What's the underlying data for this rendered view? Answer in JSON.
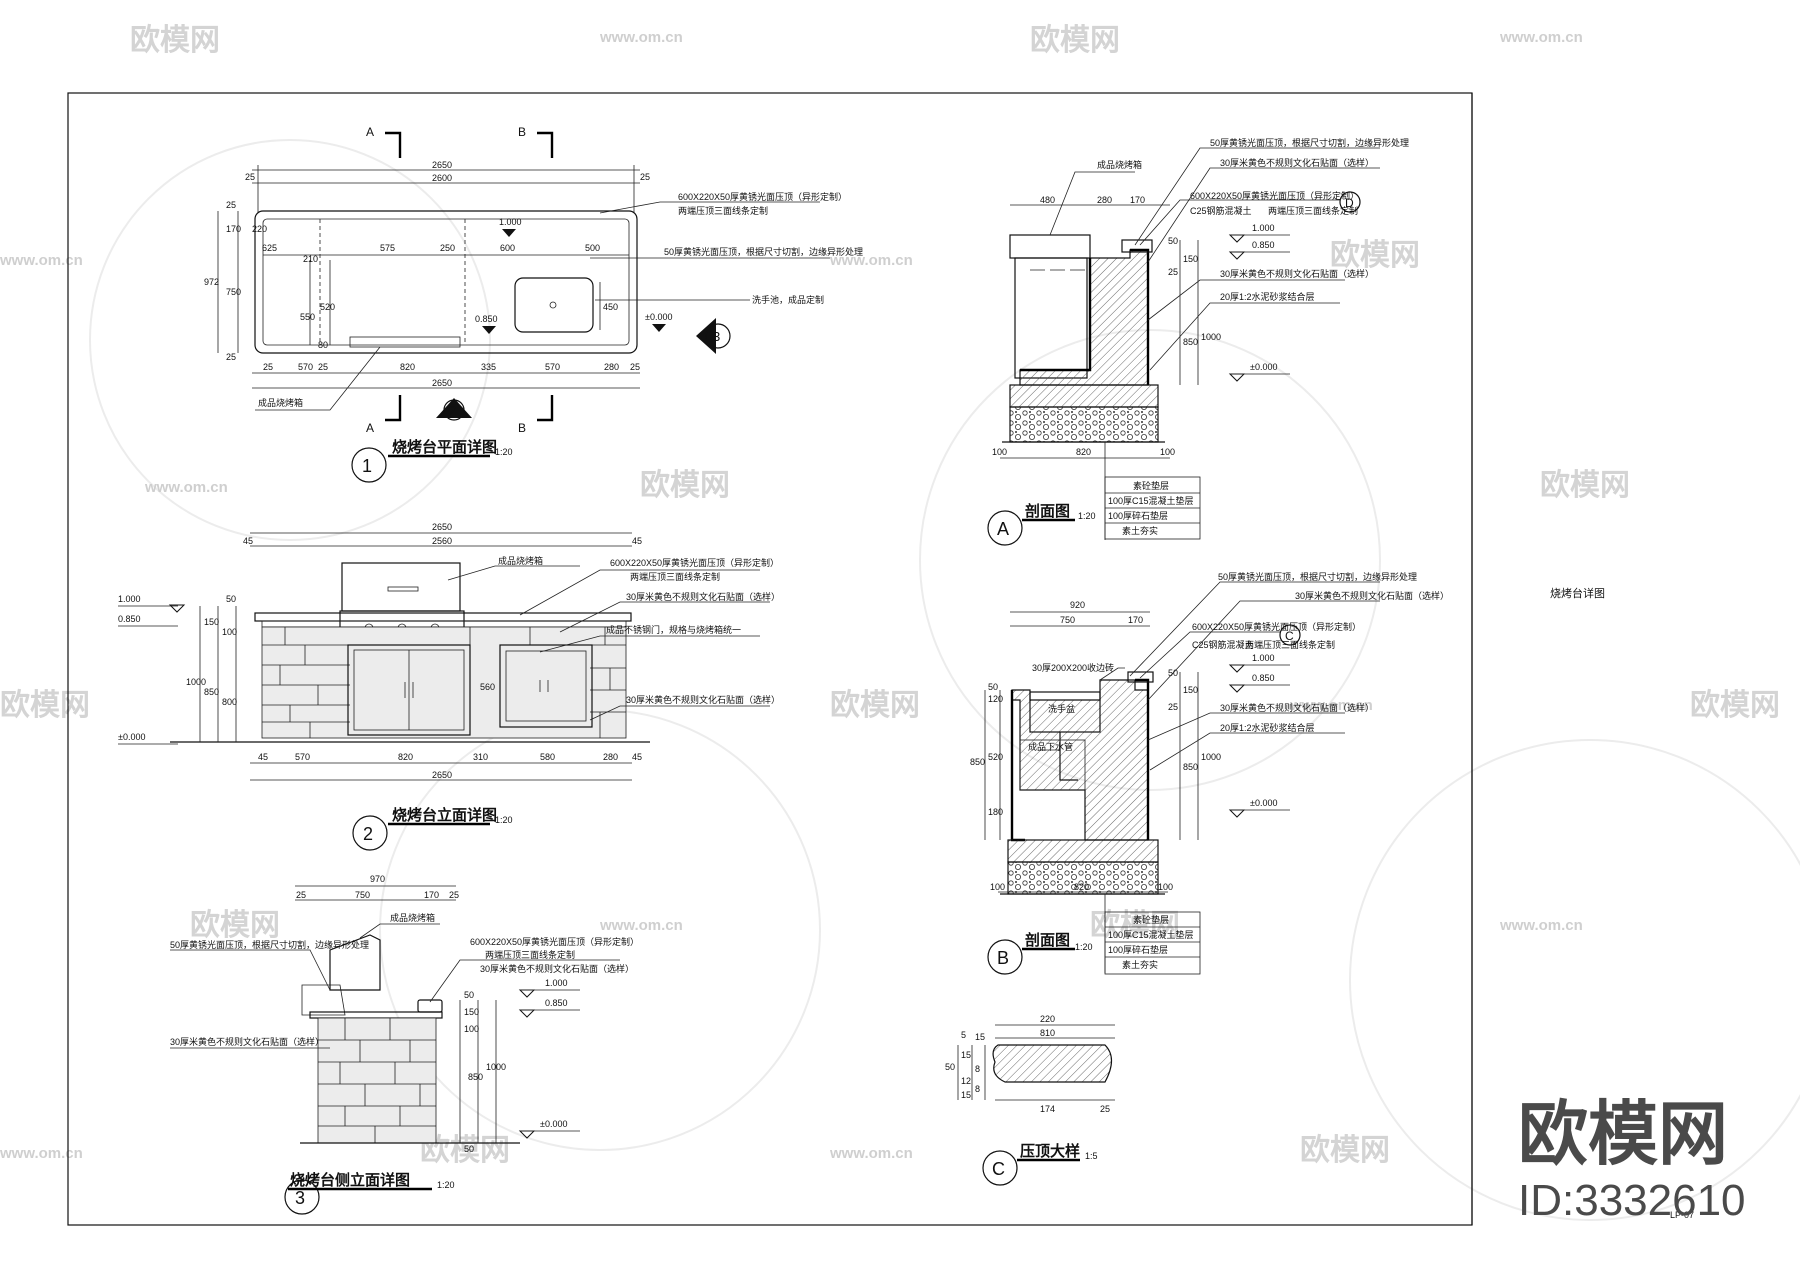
{
  "sheet": {
    "side_title": "烧烤台详图",
    "sheet_number": "LP-07"
  },
  "watermark": {
    "brand": "欧模网",
    "url": "www.om.cn",
    "logo_brand": "欧模网",
    "logo_id": "ID:3332610"
  },
  "plan": {
    "title": "烧烤台平面详图",
    "number": "1",
    "scale": "1:20",
    "section_a": "A",
    "section_b": "B",
    "callout_2": "2",
    "callout_3": "3",
    "dims_top": [
      "25",
      "2650",
      "25",
      "2600"
    ],
    "dims_inner": [
      "625",
      "575",
      "250",
      "600",
      "500"
    ],
    "dims_left": [
      "25",
      "170",
      "220",
      "972",
      "750",
      "25"
    ],
    "dims_inner_v": [
      "210",
      "550",
      "520",
      "80"
    ],
    "dims_bottom": [
      "25",
      "570",
      "25",
      "820",
      "335",
      "570",
      "280",
      "25",
      "2650"
    ],
    "sink_dim": "450",
    "levels": [
      "1.000",
      "0.850",
      "±0.000"
    ],
    "notes": [
      "600X220X50厚黄锈光面压顶（异形定制）",
      "两端压顶三面线条定制",
      "50厚黄锈光面压顶，根据尺寸切割，边缘异形处理",
      "洗手池，成品定制",
      "成品烧烤箱"
    ]
  },
  "elevation": {
    "title": "烧烤台立面详图",
    "number": "2",
    "scale": "1:20",
    "dims_top": [
      "2650",
      "45",
      "2560",
      "45"
    ],
    "dims_bottom": [
      "45",
      "570",
      "820",
      "310",
      "580",
      "280",
      "45",
      "2650"
    ],
    "dims_left": [
      "1.000",
      "0.850",
      "50",
      "150",
      "100",
      "1000",
      "850",
      "800",
      "±0.000"
    ],
    "door_dim": "560",
    "notes": [
      "成品烧烤箱",
      "600X220X50厚黄锈光面压顶（异形定制）",
      "两端压顶三面线条定制",
      "30厚米黄色不规则文化石贴面（选样）",
      "成品不锈钢门，规格与烧烤箱统一",
      "30厚米黄色不规则文化石贴面（选样）"
    ]
  },
  "side": {
    "title": "烧烤台侧立面详图",
    "number": "3",
    "scale": "1:20",
    "dims_top": [
      "970",
      "25",
      "750",
      "170",
      "25"
    ],
    "dims_right": [
      "50",
      "150",
      "100",
      "850",
      "1000",
      "50"
    ],
    "levels": [
      "1.000",
      "0.850",
      "±0.000"
    ],
    "notes": [
      "成品烧烤箱",
      "600X220X50厚黄锈光面压顶（异形定制）",
      "两端压顶三面线条定制",
      "30厚米黄色不规则文化石贴面（选样）",
      "50厚黄锈光面压顶，根据尺寸切割，边缘异形处理",
      "30厚米黄色不规则文化石贴面（选样）"
    ]
  },
  "section_a": {
    "title": "剖面图",
    "number": "A",
    "scale": "1:20",
    "dims_top": [
      "480",
      "280",
      "170"
    ],
    "dims_bottom": [
      "100",
      "820",
      "100"
    ],
    "dims_right": [
      "50",
      "150",
      "25",
      "850",
      "1000"
    ],
    "levels": [
      "1.000",
      "0.850",
      "±0.000"
    ],
    "callout": "D",
    "notes": [
      "成品烧烤箱",
      "50厚黄锈光面压顶，根据尺寸切割，边缘异形处理",
      "30厚米黄色不规则文化石贴面（选样）",
      "600X220X50厚黄锈光面压顶（异形定制）",
      "C25钢筋混凝土",
      "两端压顶三面线条定制",
      "30厚米黄色不规则文化石贴面（选样）",
      "20厚1:2水泥砂浆结合层"
    ],
    "layers": [
      "素砼垫层",
      "100厚C15混凝土垫层",
      "100厚碎石垫层",
      "素土夯实"
    ]
  },
  "section_b": {
    "title": "剖面图",
    "number": "B",
    "scale": "1:20",
    "dims_top": [
      "920",
      "750",
      "170"
    ],
    "dims_bottom": [
      "100",
      "820",
      "100"
    ],
    "dims_left": [
      "120",
      "50",
      "520",
      "850",
      "180"
    ],
    "dims_right": [
      "50",
      "150",
      "25",
      "850",
      "1000"
    ],
    "levels": [
      "1.000",
      "0.850",
      "±0.000"
    ],
    "callout": "C",
    "notes": [
      "50厚黄锈光面压顶，根据尺寸切割，边缘异形处理",
      "30厚米黄色不规则文化石贴面（选样）",
      "600X220X50厚黄锈光面压顶（异形定制）",
      "C25钢筋混凝土",
      "两端压顶三面线条定制",
      "30厚米黄色不规则文化石贴面（选样）",
      "20厚1:2水泥砂浆结合层",
      "30厚200X200收边砖",
      "洗手盆",
      "成品下水管"
    ],
    "layers": [
      "素砼垫层",
      "100厚C15混凝土垫层",
      "100厚碎石垫层",
      "素土夯实"
    ]
  },
  "coping": {
    "title": "压顶大样",
    "number": "C",
    "scale": "1:5",
    "dims_top": [
      "220",
      "810"
    ],
    "dims_bottom": [
      "174",
      "25"
    ],
    "dims_left": [
      "50",
      "5",
      "15",
      "15",
      "8",
      "12",
      "8",
      "15"
    ]
  }
}
